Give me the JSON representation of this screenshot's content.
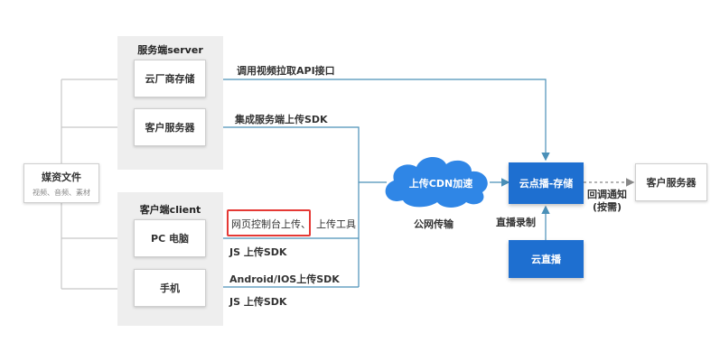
{
  "media_files": {
    "title": "媒资文件",
    "subtitle": "视频、音频、素材"
  },
  "server_group": {
    "title": "服务端server",
    "boxes": [
      "云厂商存储",
      "客户服务器"
    ]
  },
  "client_group": {
    "title": "客户端client",
    "boxes": [
      "PC 电脑",
      "手机"
    ]
  },
  "edge_labels": {
    "cloud_api": "调用视频拉取API接口",
    "server_sdk": "集成服务端上传SDK",
    "web_console": "网页控制台上传、",
    "upload_tool": "上传工具",
    "pc_js_sdk": "JS 上传SDK",
    "mobile_sdk": "Android/IOS上传SDK",
    "mobile_js_sdk": "JS 上传SDK",
    "public_net": "公网传输",
    "live_record": "直播录制",
    "callback": "回调通知",
    "callback_note": "(按需)"
  },
  "cdn": {
    "label": "上传CDN加速"
  },
  "vod": {
    "label": "云点播-存储"
  },
  "live": {
    "label": "云直播"
  },
  "customer_server": {
    "label": "客户服务器"
  },
  "colors": {
    "blue": "#1e6fd0",
    "cloud": "#2f86e6",
    "line_blue": "#4a90b8",
    "line_gray": "#c8c8c8",
    "highlight_red": "#e53935"
  }
}
